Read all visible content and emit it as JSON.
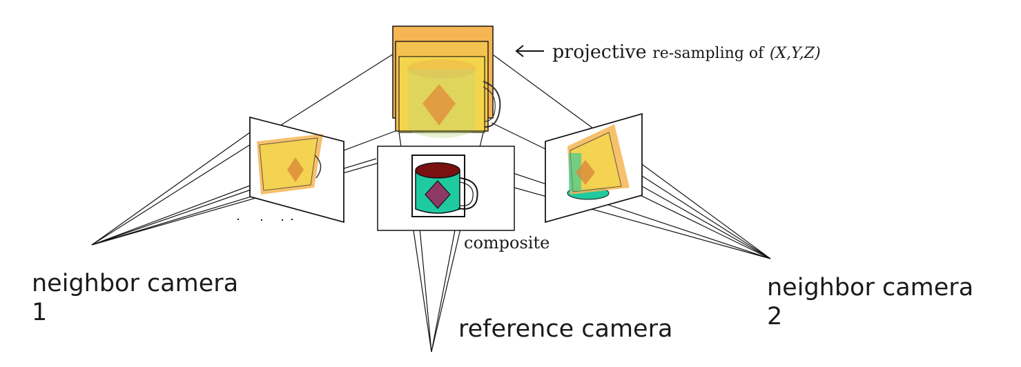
{
  "labels": {
    "projective": "projective",
    "resampling": "re-sampling of",
    "coords": "(X,Y,Z)",
    "arrow": "←",
    "composite": "composite",
    "reference_camera": "reference camera",
    "neighbor_camera_1": "neighbor camera\n1",
    "neighbor_camera_2": "neighbor camera\n2"
  },
  "colors": {
    "line": "#111111",
    "plane_orange": "#f6b552",
    "plane_yellow": "#f4d94a",
    "mug_body": "#1fcaa0",
    "mug_top": "#7a1111",
    "diamond": "#8e3a66"
  }
}
